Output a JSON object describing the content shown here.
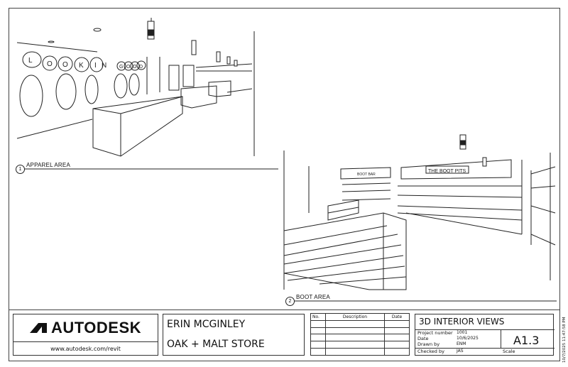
{
  "views": [
    {
      "number": "1",
      "title": "APPAREL AREA",
      "sign_text": [
        "L",
        "O",
        "O",
        "K",
        "I",
        "N"
      ],
      "sign_text_2": [
        "G",
        "O",
        "O",
        "D"
      ]
    },
    {
      "number": "2",
      "title": "BOOT AREA",
      "sign_text": "THE BOOT PITS",
      "sign_text_2": "BOOT BAR"
    }
  ],
  "title_block": {
    "logo": {
      "brand": "AUTODESK",
      "url": "www.autodesk.com/revit"
    },
    "designer": "ERIN MCGINLEY",
    "project": "OAK + MALT STORE",
    "revisions": {
      "headers": [
        "No.",
        "Description",
        "Date"
      ],
      "rows": [
        [
          "",
          "",
          ""
        ],
        [
          "",
          "",
          ""
        ],
        [
          "",
          "",
          ""
        ],
        [
          "",
          "",
          ""
        ],
        [
          "",
          "",
          ""
        ]
      ]
    },
    "sheet": {
      "title": "3D INTERIOR VIEWS",
      "fields": [
        {
          "label": "Project number",
          "value": "1001"
        },
        {
          "label": "Date",
          "value": "10/6/2025"
        },
        {
          "label": "Drawn by",
          "value": "ENM"
        },
        {
          "label": "Checked by",
          "value": "JAS"
        }
      ],
      "scale_label": "Scale",
      "scale_value": "",
      "sheet_number": "A1.3"
    },
    "timestamp": "10/7/2025 11:47:58 PM"
  }
}
